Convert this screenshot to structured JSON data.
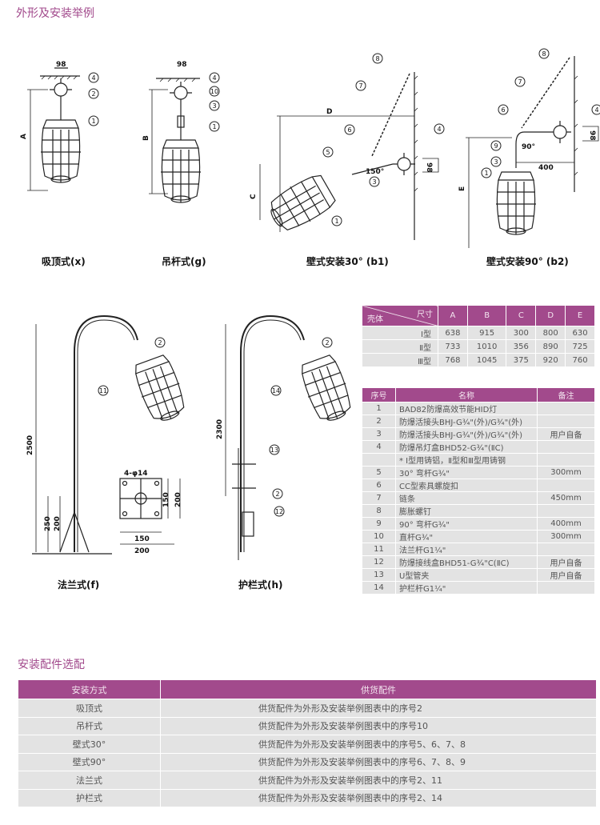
{
  "section1_title": "外形及安装举例",
  "captions": {
    "x": "吸顶式(x)",
    "g": "吊杆式(g)",
    "b1": "壁式安装30° (b1)",
    "b2": "壁式安装90° (b2)",
    "f": "法兰式(f)",
    "h": "护栏式(h)"
  },
  "dims": {
    "d98": "98",
    "A": "A",
    "B": "B",
    "C": "C",
    "D": "D",
    "E": "E",
    "a150": "150°",
    "a90": "90°",
    "d400": "400",
    "d2500": "2500",
    "d2300": "2300",
    "d250": "250",
    "d200": "200",
    "d150": "150",
    "d200b": "200",
    "d150b": "150",
    "d200c": "200",
    "hole": "4-φ14"
  },
  "callouts": [
    "1",
    "2",
    "3",
    "4",
    "5",
    "6",
    "7",
    "8",
    "9",
    "10",
    "11",
    "12",
    "13",
    "14"
  ],
  "dim_table": {
    "corner_top": "尺寸",
    "corner_bottom": "壳体",
    "headers": [
      "A",
      "B",
      "C",
      "D",
      "E"
    ],
    "rows": [
      {
        "type": "Ⅰ型",
        "values": [
          "638",
          "915",
          "300",
          "800",
          "630"
        ]
      },
      {
        "type": "Ⅱ型",
        "values": [
          "733",
          "1010",
          "356",
          "890",
          "725"
        ]
      },
      {
        "type": "Ⅲ型",
        "values": [
          "768",
          "1045",
          "375",
          "920",
          "760"
        ]
      }
    ]
  },
  "parts_table": {
    "headers": [
      "序号",
      "名称",
      "备注"
    ],
    "rows": [
      [
        "1",
        "BAD82防爆高效节能HID灯",
        ""
      ],
      [
        "2",
        "防爆活接头BHJ-G¾\"(外)/G¾\"(外)",
        ""
      ],
      [
        "3",
        "防爆活接头BHJ-G¾\"(外)/G¾\"(外)",
        "用户自备"
      ],
      [
        "4",
        "防爆吊灯盒BHD52-G¾\"(ⅡC)",
        ""
      ],
      [
        "",
        "* Ⅰ型用铸铝，Ⅱ型和Ⅲ型用铸钢",
        ""
      ],
      [
        "5",
        "30° 弯杆G¾\"",
        "300mm"
      ],
      [
        "6",
        "CC型索具螺旋扣",
        ""
      ],
      [
        "7",
        "链条",
        "450mm"
      ],
      [
        "8",
        "膨胀螺钉",
        ""
      ],
      [
        "9",
        "90° 弯杆G¾\"",
        "400mm"
      ],
      [
        "10",
        "直杆G¾\"",
        "300mm"
      ],
      [
        "11",
        "法兰杆G1¼\"",
        ""
      ],
      [
        "12",
        "防爆接线盒BHD51-G¾\"C(ⅡC)",
        "用户自备"
      ],
      [
        "13",
        "U型管夹",
        "用户自备"
      ],
      [
        "14",
        "护栏杆G1¼\"",
        ""
      ]
    ]
  },
  "section2_title": "安装配件选配",
  "acc_table": {
    "headers": [
      "安装方式",
      "供货配件"
    ],
    "rows": [
      [
        "吸顶式",
        "供货配件为外形及安装举例图表中的序号2"
      ],
      [
        "吊杆式",
        "供货配件为外形及安装举例图表中的序号10"
      ],
      [
        "壁式30°",
        "供货配件为外形及安装举例图表中的序号5、6、7、8"
      ],
      [
        "壁式90°",
        "供货配件为外形及安装举例图表中的序号6、7、8、9"
      ],
      [
        "法兰式",
        "供货配件为外形及安装举例图表中的序号2、11"
      ],
      [
        "护栏式",
        "供货配件为外形及安装举例图表中的序号2、14"
      ]
    ]
  }
}
